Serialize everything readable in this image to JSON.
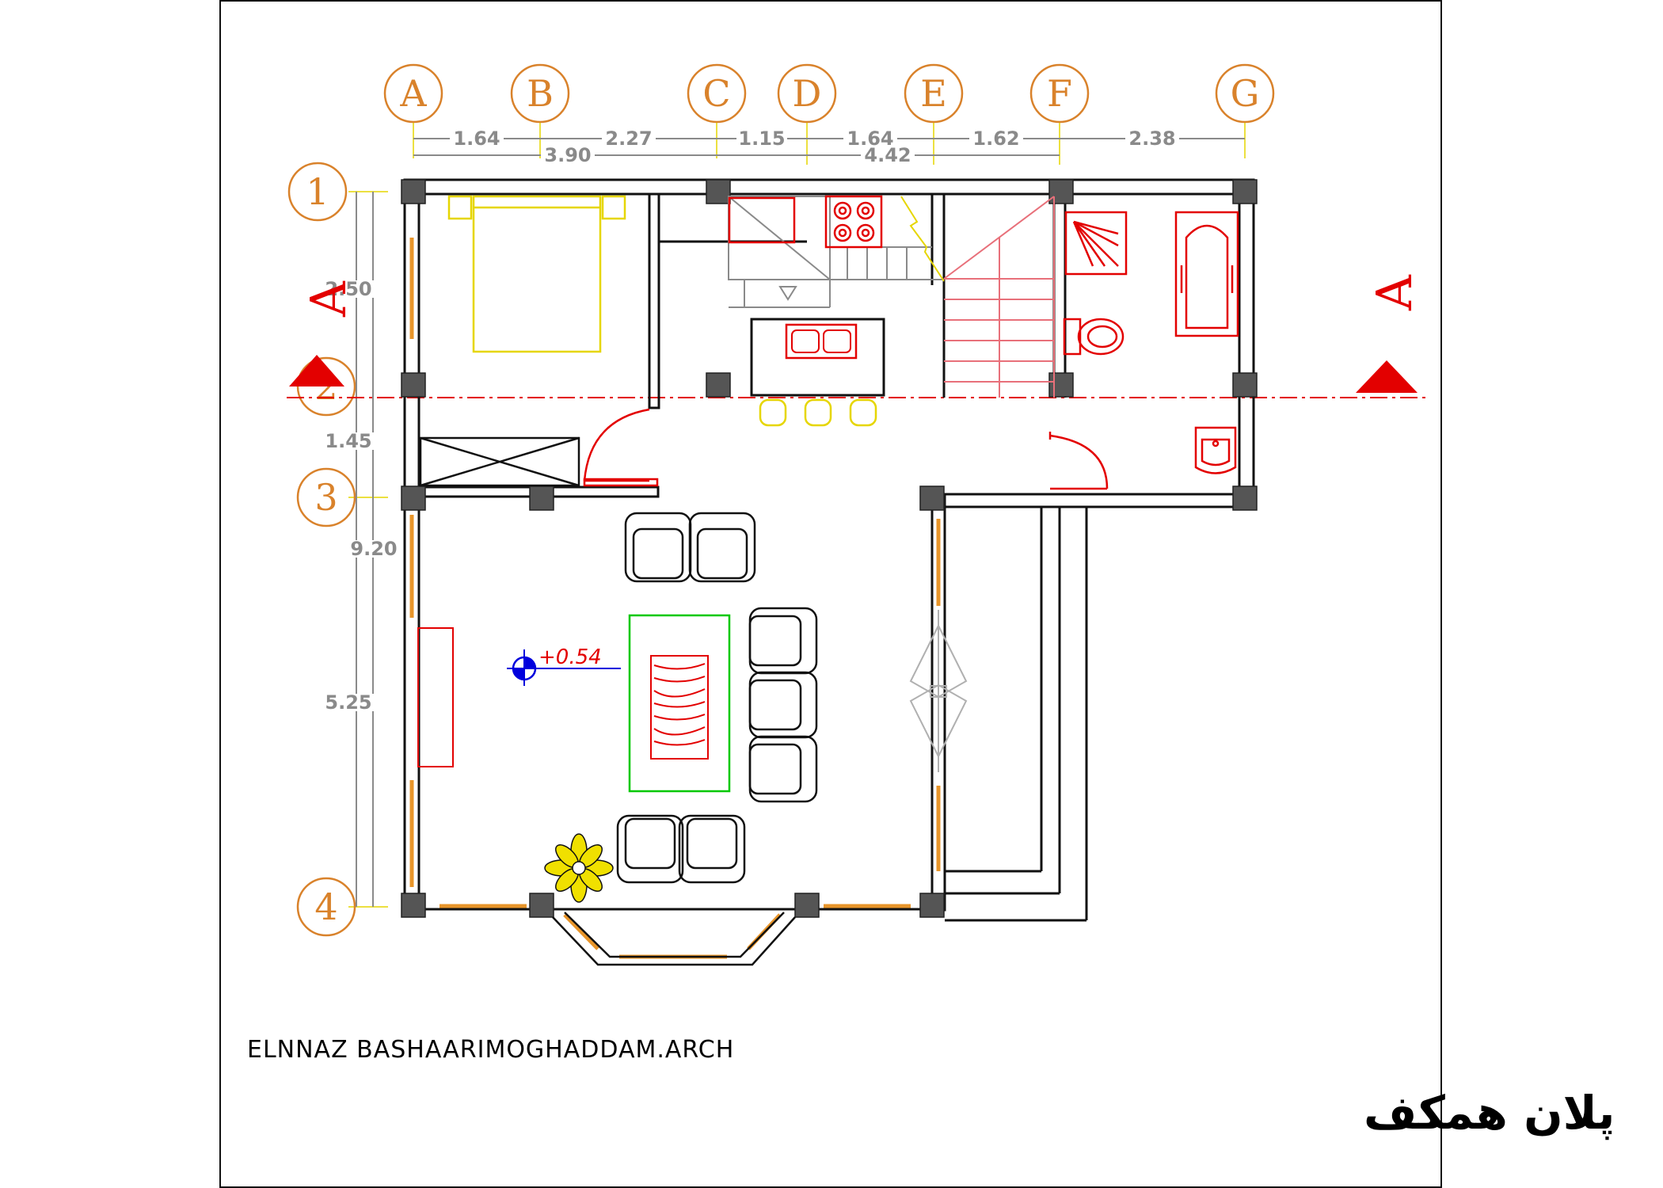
{
  "grid": {
    "columns": [
      "A",
      "B",
      "C",
      "D",
      "E",
      "F",
      "G"
    ],
    "rows": [
      "1",
      "2",
      "3",
      "4"
    ]
  },
  "dimensions": {
    "top_row1": [
      "1.64",
      "2.27",
      "1.15",
      "1.64",
      "1.62",
      "2.38"
    ],
    "top_row2": [
      "3.90",
      "4.42"
    ],
    "left_inner": [
      "2.50",
      "1.45",
      "5.25"
    ],
    "left_total": "9.20"
  },
  "section_marker": {
    "label": "A"
  },
  "level_mark": "+0.54",
  "credit": "ELNNAZ BASHAARIMOGHADDAM.ARCH",
  "title": "پلان همکف",
  "colors": {
    "grid_bubble": "#d9822b",
    "dimension": "#8a8a8a",
    "section": "#e30000",
    "wall": "#111111",
    "column": "#555555",
    "window": "#e8952a",
    "bed": "#e6d600",
    "fixtures": "#e30000",
    "rug_frame": "#00c800",
    "level_symbol": "#0000dd"
  }
}
